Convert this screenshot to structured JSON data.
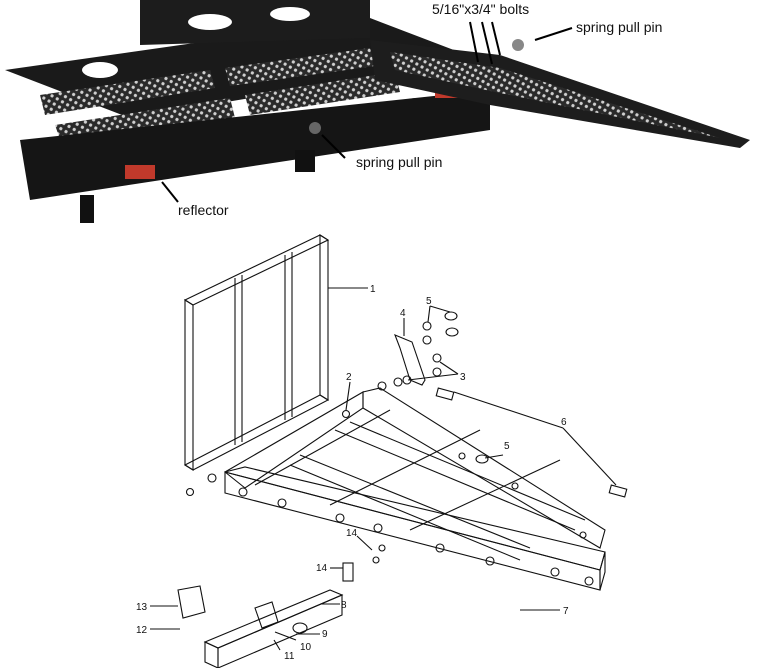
{
  "photo": {
    "labels": {
      "bolts": "5/16\"x3/4\" bolts",
      "pin_top": "spring pull pin",
      "pin_mid": "spring pull pin",
      "reflector": "reflector"
    }
  },
  "diagram": {
    "callouts": [
      "1",
      "2",
      "3",
      "4",
      "5",
      "5",
      "6",
      "7",
      "8",
      "9",
      "10",
      "11",
      "12",
      "13",
      "14",
      "14"
    ]
  }
}
